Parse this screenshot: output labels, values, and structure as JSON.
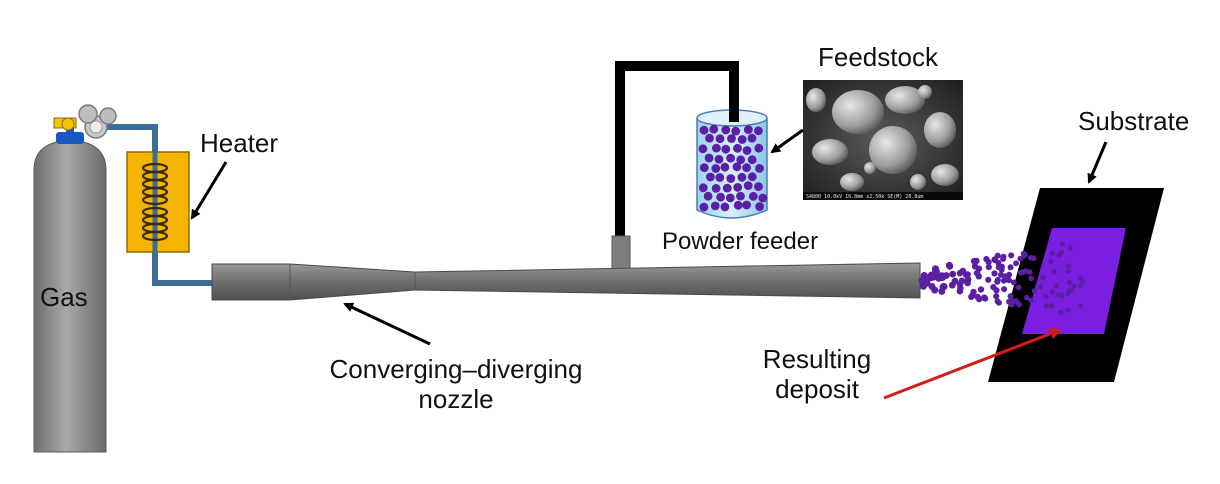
{
  "labels": {
    "gas": "Gas",
    "heater": "Heater",
    "nozzle_line1": "Converging–diverging",
    "nozzle_line2": "nozzle",
    "powder_feeder": "Powder feeder",
    "feedstock": "Feedstock",
    "substrate": "Substrate",
    "deposit_line1": "Resulting",
    "deposit_line2": "deposit"
  },
  "micrograph_caption": "S4800 10.0kV 16.8mm x2.50k SE(M)                20.0um",
  "colors": {
    "cylinder": "#8f8f8f",
    "cylinder_valve": "#1a56c4",
    "heater_box": "#f5b400",
    "pipe": "#3d6e9a",
    "nozzle": "#7a7a7a",
    "particles": "#5b1fa3",
    "deposit": "#7a1ee0",
    "substrate": "#000000",
    "feeder_liquid": "#b9dff7",
    "feed_tube": "#000000",
    "annotation_arrow": "#000000",
    "deposit_arrow": "#d41b1b"
  },
  "icons": [
    "gas-cylinder-icon",
    "pressure-regulator-icon",
    "heater-coil-icon",
    "powder-feeder-icon",
    "sem-micrograph-image",
    "substrate-plate-icon"
  ]
}
